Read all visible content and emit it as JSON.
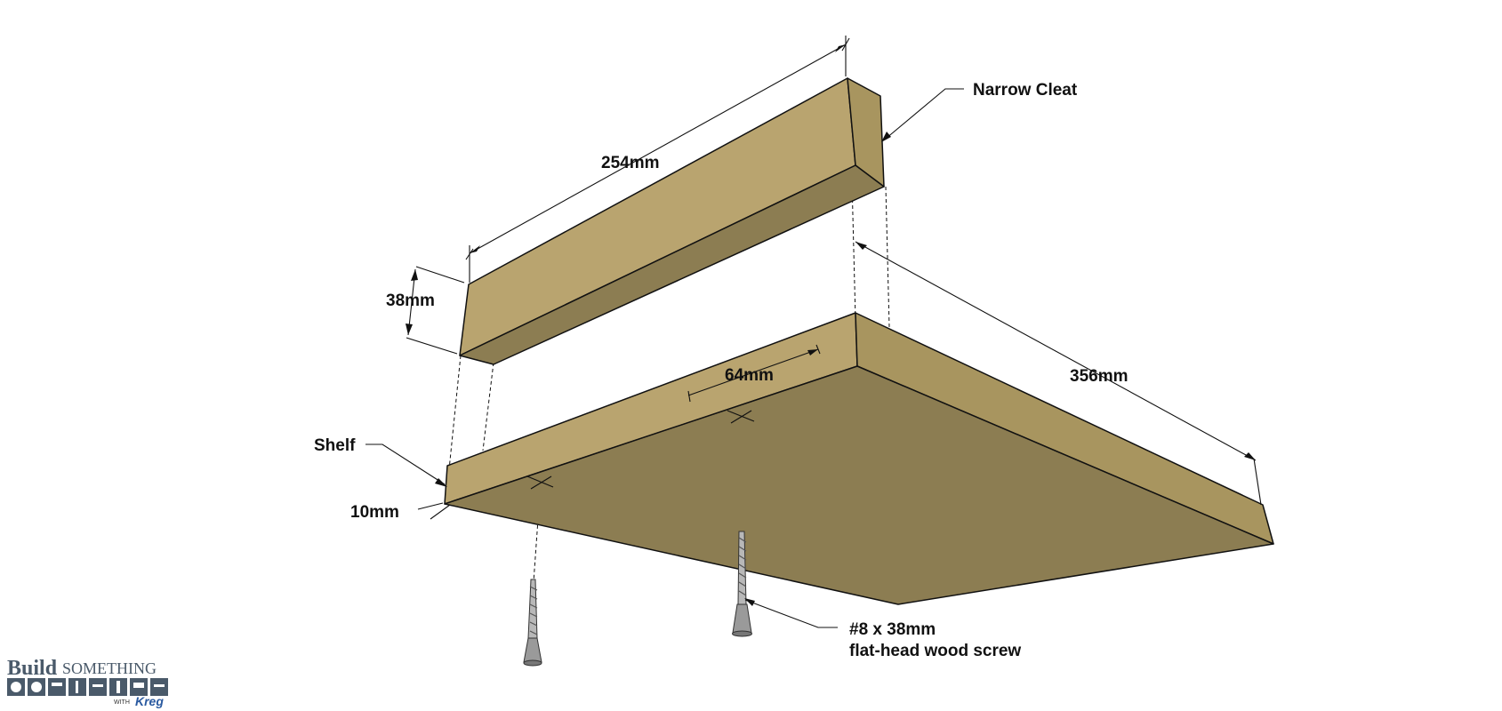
{
  "labels": {
    "narrow_cleat": "Narrow Cleat",
    "cleat_length": "254mm",
    "cleat_height": "38mm",
    "shelf_depth": "356mm",
    "screw_spacing": "64mm",
    "shelf": "Shelf",
    "edge_offset": "10mm",
    "screw_line1": "#8 x 38mm",
    "screw_line2": "flat-head wood screw"
  },
  "logo": {
    "build": "Build",
    "something": "SOMETHING",
    "with": "WITH",
    "kreg": "Kreg"
  },
  "colors": {
    "wood_top": "#b9a46f",
    "wood_face": "#8c7d52",
    "wood_side": "#a8955f",
    "line": "#111111",
    "screw": "#b8b8b8",
    "logo_blue": "#2a5aa0"
  }
}
